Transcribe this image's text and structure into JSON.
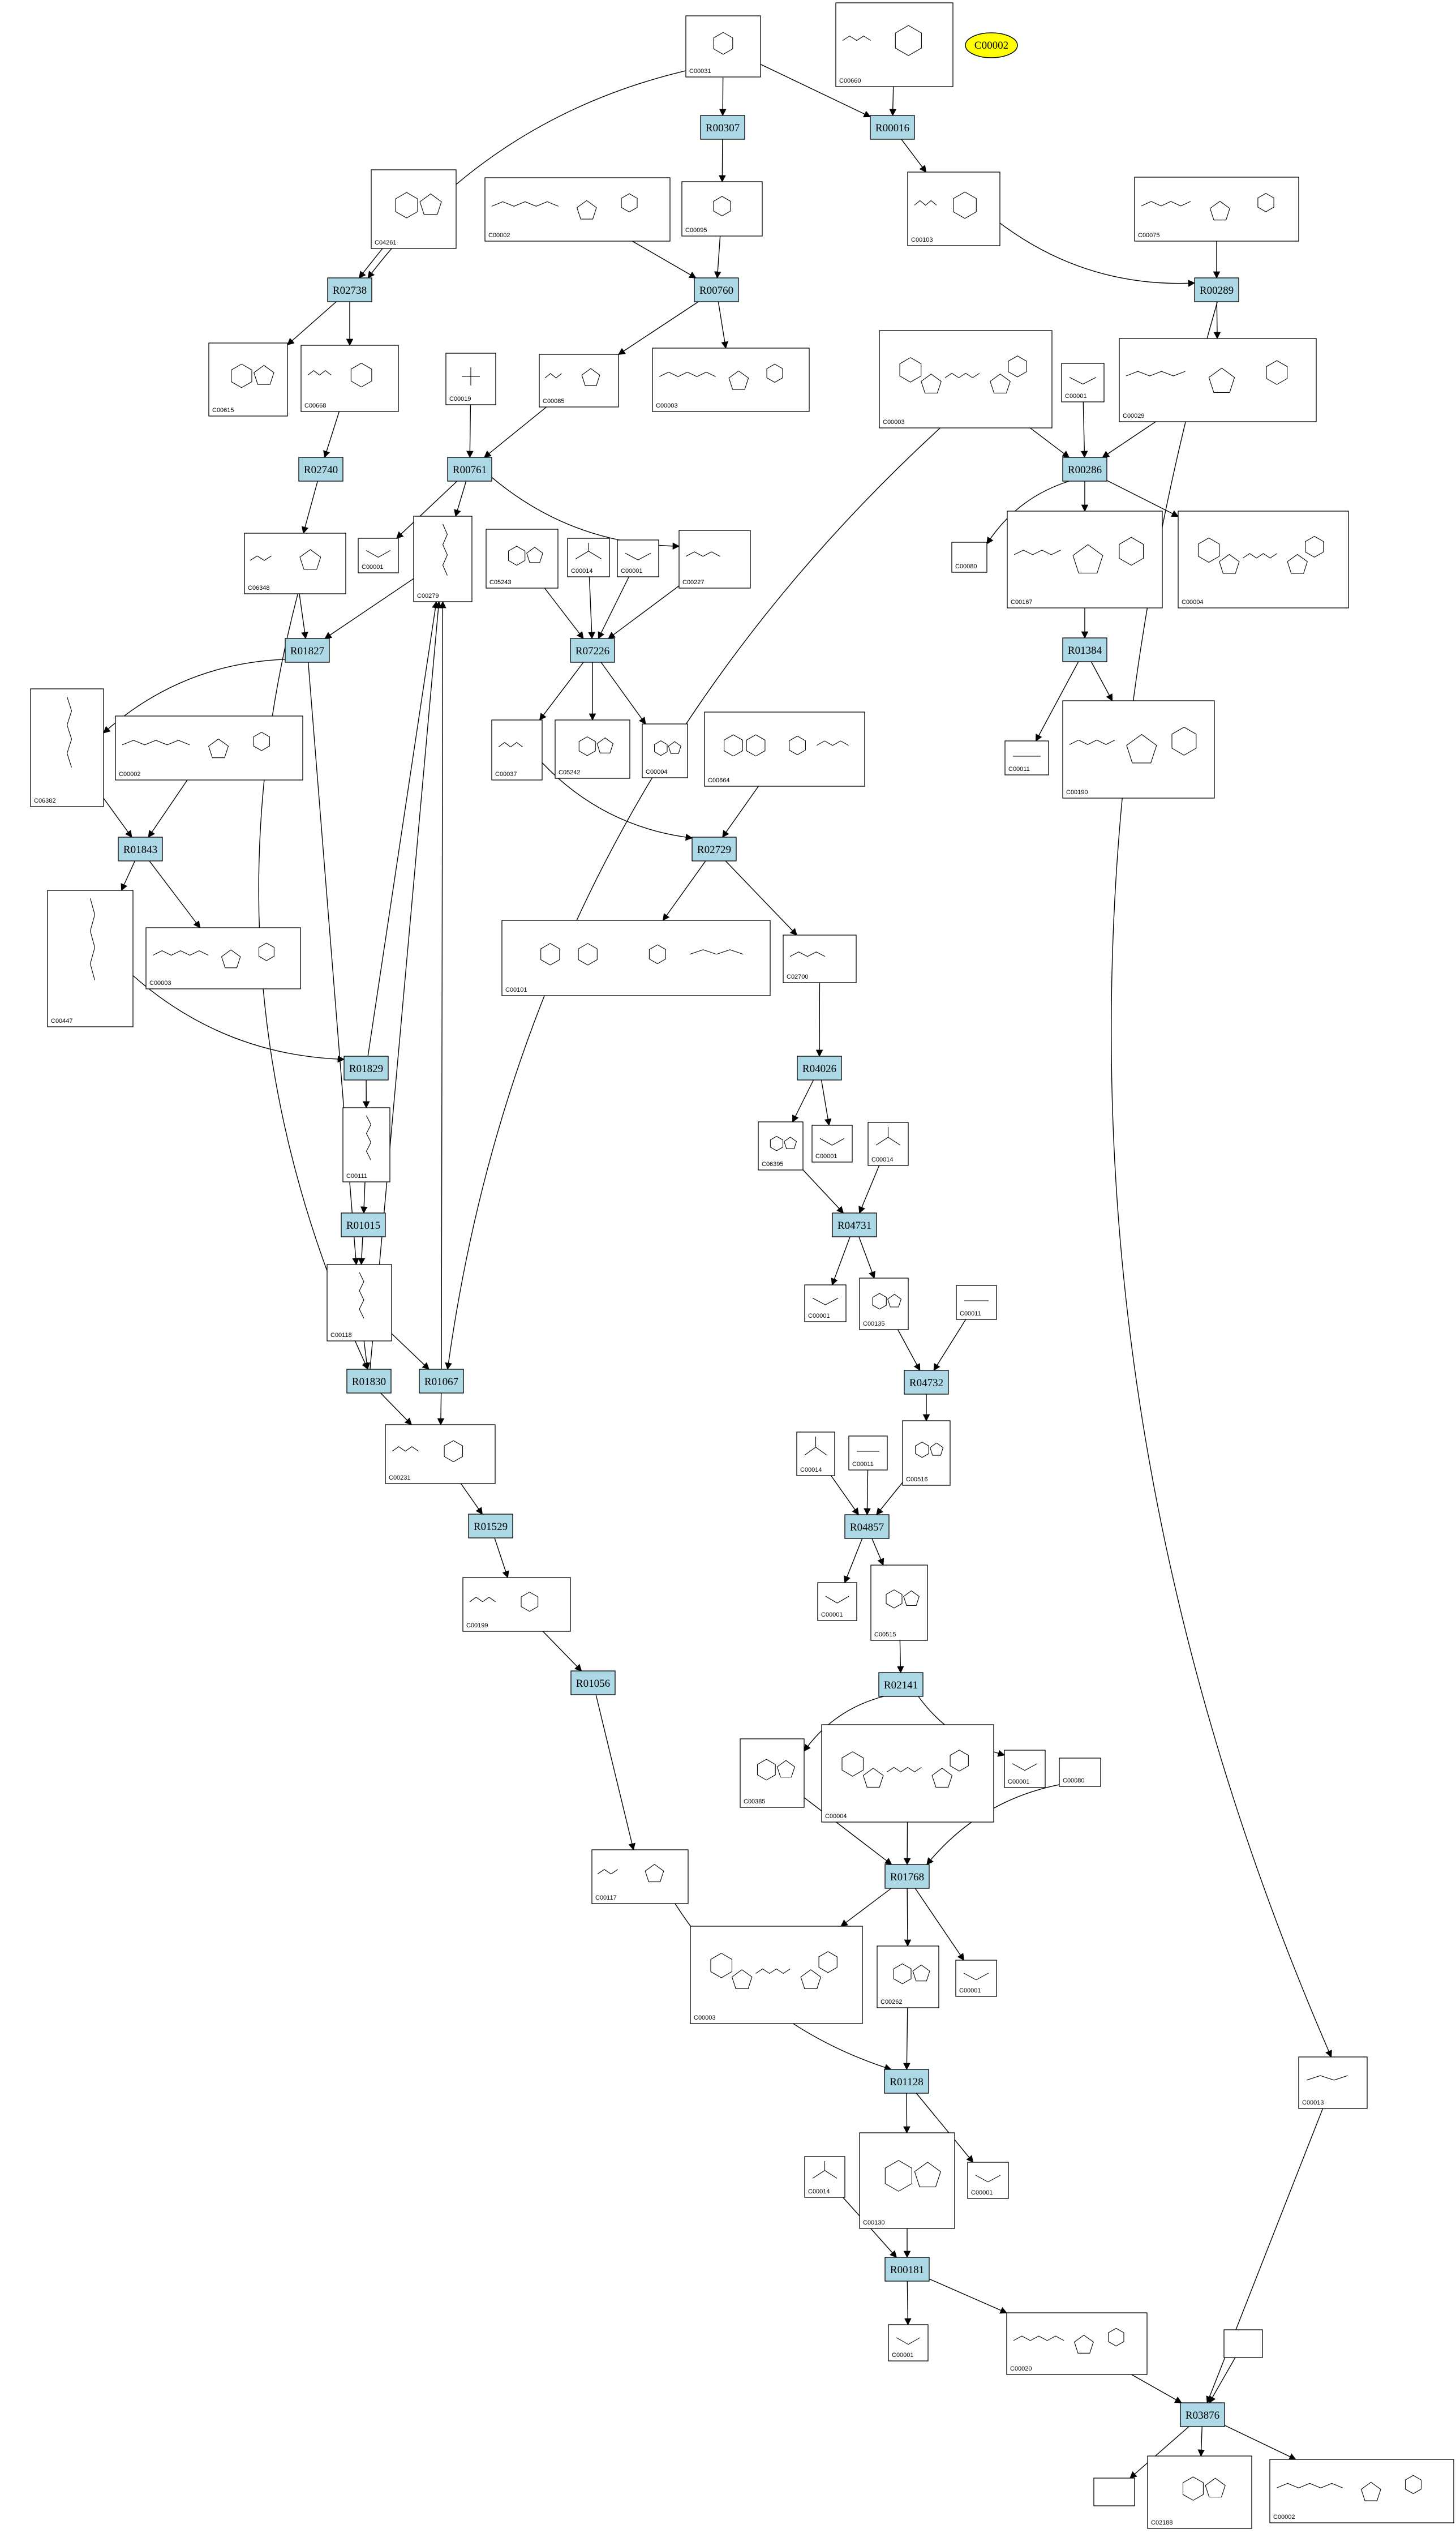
{
  "highlight": {
    "label": "C00002"
  },
  "reactions": [
    {
      "key": "R00307",
      "label": "R00307"
    },
    {
      "key": "R00016",
      "label": "R00016"
    },
    {
      "key": "R02738",
      "label": "R02738"
    },
    {
      "key": "R00760",
      "label": "R00760"
    },
    {
      "key": "R00289",
      "label": "R00289"
    },
    {
      "key": "R02740",
      "label": "R02740"
    },
    {
      "key": "R00761",
      "label": "R00761"
    },
    {
      "key": "R00286",
      "label": "R00286"
    },
    {
      "key": "R01827",
      "label": "R01827"
    },
    {
      "key": "R07226",
      "label": "R07226"
    },
    {
      "key": "R01384",
      "label": "R01384"
    },
    {
      "key": "R01843",
      "label": "R01843"
    },
    {
      "key": "R02729",
      "label": "R02729"
    },
    {
      "key": "R01829",
      "label": "R01829"
    },
    {
      "key": "R04026",
      "label": "R04026"
    },
    {
      "key": "R01015",
      "label": "R01015"
    },
    {
      "key": "R04731",
      "label": "R04731"
    },
    {
      "key": "R01830",
      "label": "R01830"
    },
    {
      "key": "R01067",
      "label": "R01067"
    },
    {
      "key": "R04732",
      "label": "R04732"
    },
    {
      "key": "R01529",
      "label": "R01529"
    },
    {
      "key": "R04857",
      "label": "R04857"
    },
    {
      "key": "R01056",
      "label": "R01056"
    },
    {
      "key": "R02141",
      "label": "R02141"
    },
    {
      "key": "R01768",
      "label": "R01768"
    },
    {
      "key": "R01128",
      "label": "R01128"
    },
    {
      "key": "R00181",
      "label": "R00181"
    },
    {
      "key": "R03876",
      "label": "R03876"
    }
  ],
  "compounds": [
    {
      "key": "C00031a",
      "label": "C00031"
    },
    {
      "key": "C00660",
      "label": "C00660"
    },
    {
      "key": "C04261",
      "label": "C04261"
    },
    {
      "key": "C00002a",
      "label": "C00002"
    },
    {
      "key": "C00095",
      "label": "C00095"
    },
    {
      "key": "C00103",
      "label": "C00103"
    },
    {
      "key": "C00075",
      "label": "C00075"
    },
    {
      "key": "C00615",
      "label": "C00615"
    },
    {
      "key": "C00668",
      "label": "C00668"
    },
    {
      "key": "C00019",
      "label": "C00019"
    },
    {
      "key": "C00085",
      "label": "C00085"
    },
    {
      "key": "C00003a",
      "label": "C00003"
    },
    {
      "key": "C00003b",
      "label": "C00003"
    },
    {
      "key": "C00001a",
      "label": "C00001"
    },
    {
      "key": "C00029",
      "label": "C00029"
    },
    {
      "key": "C06348",
      "label": "C06348"
    },
    {
      "key": "C00001b",
      "label": "C00001"
    },
    {
      "key": "C00279",
      "label": "C00279"
    },
    {
      "key": "C05243",
      "label": "C05243"
    },
    {
      "key": "C00014a",
      "label": "C00014"
    },
    {
      "key": "C00001c",
      "label": "C00001"
    },
    {
      "key": "C00227",
      "label": "C00227"
    },
    {
      "key": "C00080a",
      "label": "C00080"
    },
    {
      "key": "C00167",
      "label": "C00167"
    },
    {
      "key": "C00004a",
      "label": "C00004"
    },
    {
      "key": "C06382",
      "label": "C06382"
    },
    {
      "key": "C00002b",
      "label": "C00002"
    },
    {
      "key": "C00037",
      "label": "C00037"
    },
    {
      "key": "C05242",
      "label": "C05242"
    },
    {
      "key": "C00004b",
      "label": "C00004"
    },
    {
      "key": "C00664",
      "label": "C00664"
    },
    {
      "key": "C00011a",
      "label": "C00011"
    },
    {
      "key": "C00190",
      "label": "C00190"
    },
    {
      "key": "C00447",
      "label": "C00447"
    },
    {
      "key": "C00003c",
      "label": "C00003"
    },
    {
      "key": "C00101",
      "label": "C00101"
    },
    {
      "key": "C02700",
      "label": "C02700"
    },
    {
      "key": "C00111",
      "label": "C00111"
    },
    {
      "key": "C06395",
      "label": "C06395"
    },
    {
      "key": "C00001d",
      "label": "C00001"
    },
    {
      "key": "C00014b",
      "label": "C00014"
    },
    {
      "key": "C00001e",
      "label": "C00001"
    },
    {
      "key": "C00135",
      "label": "C00135"
    },
    {
      "key": "C00011b",
      "label": "C00011"
    },
    {
      "key": "C00118",
      "label": "C00118"
    },
    {
      "key": "C00231",
      "label": "C00231"
    },
    {
      "key": "C00014c",
      "label": "C00014"
    },
    {
      "key": "C00011c",
      "label": "C00011"
    },
    {
      "key": "C00516",
      "label": "C00516"
    },
    {
      "key": "C00199",
      "label": "C00199"
    },
    {
      "key": "C00001f",
      "label": "C00001"
    },
    {
      "key": "C00515",
      "label": "C00515"
    },
    {
      "key": "C00385",
      "label": "C00385"
    },
    {
      "key": "C00004c",
      "label": "C00004"
    },
    {
      "key": "C00001g",
      "label": "C00001"
    },
    {
      "key": "C00080b",
      "label": "C00080"
    },
    {
      "key": "C00117",
      "label": "C00117"
    },
    {
      "key": "C00003d",
      "label": "C00003"
    },
    {
      "key": "C00262",
      "label": "C00262"
    },
    {
      "key": "C00001h",
      "label": "C00001"
    },
    {
      "key": "C00013",
      "label": "C00013"
    },
    {
      "key": "C00130",
      "label": "C00130"
    },
    {
      "key": "C00014d",
      "label": "C00014"
    },
    {
      "key": "C00001i",
      "label": "C00001"
    },
    {
      "key": "C00001j",
      "label": "C00001"
    },
    {
      "key": "C00020",
      "label": "C00020"
    },
    {
      "key": "C02188",
      "label": "C02188"
    },
    {
      "key": "C00002c",
      "label": "C00002"
    },
    {
      "key": "blank1",
      "label": ""
    },
    {
      "key": "blank2",
      "label": ""
    }
  ]
}
